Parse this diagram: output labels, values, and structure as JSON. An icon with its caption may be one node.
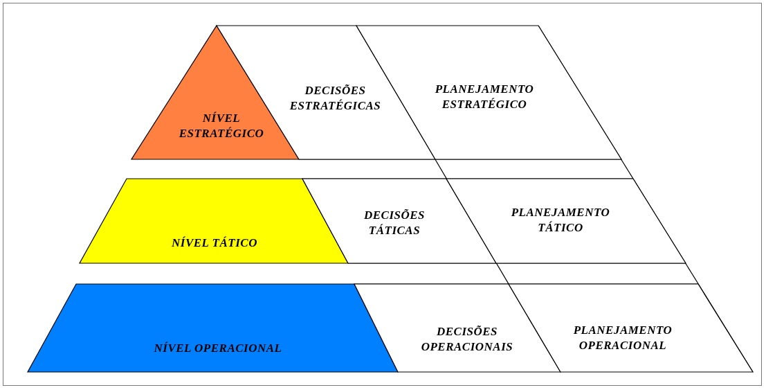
{
  "diagram": {
    "nodes": [
      {
        "text": [
          "NÍVEL ESTRATÉGICO"
        ]
      },
      {
        "text": [
          "DECISÕES ESTRATÉGICAS"
        ]
      },
      {
        "text": [
          "PLANEJAMENTO ESTRATÉGICO"
        ]
      },
      {
        "text": [
          "NÍVEL TÁTICO"
        ]
      },
      {
        "text": [
          "DECISÕES TÁTICAS"
        ]
      },
      {
        "text": [
          "PLANEJAMENTO TÁTICO"
        ]
      },
      {
        "text": [
          "NÍVEL OPERACIONAL"
        ]
      },
      {
        "text": [
          "DECISÕES OPERACIONAIS"
        ]
      },
      {
        "text": [
          "PLANEJAMENTO OPERACIONAL"
        ]
      }
    ]
  }
}
